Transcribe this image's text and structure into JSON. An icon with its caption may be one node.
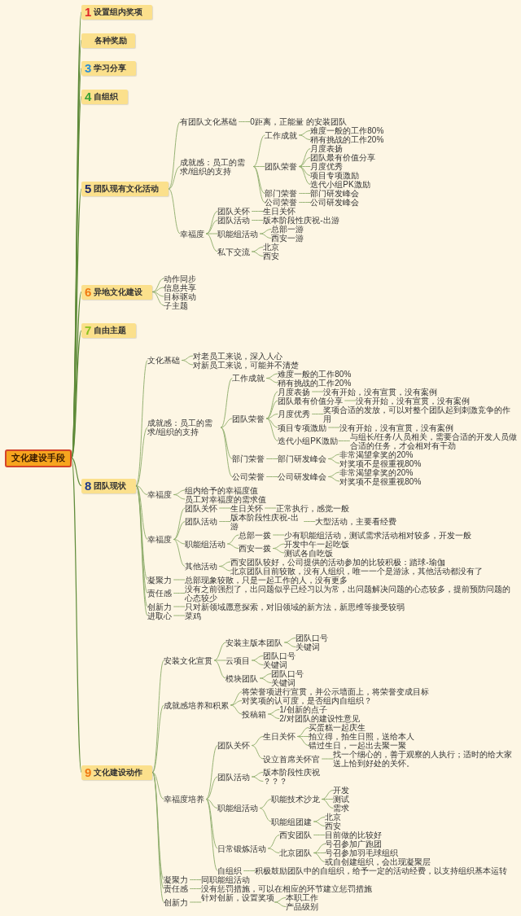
{
  "diagram": {
    "nodes": [
      {
        "text": [
          "文化建设手段"
        ]
      },
      {
        "text": [
          "1",
          "设置组内奖项"
        ]
      },
      {
        "text": [
          "各种奖励"
        ]
      },
      {
        "text": [
          "3",
          "学习分享"
        ]
      },
      {
        "text": [
          "4",
          "自组织"
        ]
      },
      {
        "text": [
          "5",
          "团队现有文化活动"
        ]
      },
      {
        "text": [
          "有团队文化基础"
        ]
      },
      {
        "text": [
          "0距离，正能量 的安装团队"
        ]
      },
      {
        "text": [
          "成就感：员工的需求/组织的支持"
        ]
      },
      {
        "text": [
          "工作成就"
        ]
      },
      {
        "text": [
          "难度一般的工作80%"
        ]
      },
      {
        "text": [
          "稍有挑战的工作20%"
        ]
      },
      {
        "text": [
          "团队荣誉"
        ]
      },
      {
        "text": [
          "月度表扬"
        ]
      },
      {
        "text": [
          "团队最有价值分享"
        ]
      },
      {
        "text": [
          "月度优秀"
        ]
      },
      {
        "text": [
          "项目专项激励"
        ]
      },
      {
        "text": [
          "迭代小组PK激励"
        ]
      },
      {
        "text": [
          "部门荣誉"
        ]
      },
      {
        "text": [
          "部门研发峰会"
        ]
      },
      {
        "text": [
          "公司荣誉"
        ]
      },
      {
        "text": [
          "公司研发峰会"
        ]
      },
      {
        "text": [
          "幸福度"
        ]
      },
      {
        "text": [
          "团队关怀"
        ]
      },
      {
        "text": [
          "生日关怀"
        ]
      },
      {
        "text": [
          "团队活动"
        ]
      },
      {
        "text": [
          "版本阶段性庆祝-出游"
        ]
      },
      {
        "text": [
          "职能组活动"
        ]
      },
      {
        "text": [
          "总部一游"
        ]
      },
      {
        "text": [
          "西安一游"
        ]
      },
      {
        "text": [
          "私下交流"
        ]
      },
      {
        "text": [
          "北京"
        ]
      },
      {
        "text": [
          "西安"
        ]
      },
      {
        "text": [
          "6",
          "异地文化建设"
        ]
      },
      {
        "text": [
          "动作同步"
        ]
      },
      {
        "text": [
          "信息共享"
        ]
      },
      {
        "text": [
          "目标驱动"
        ]
      },
      {
        "text": [
          "子主题"
        ]
      },
      {
        "text": [
          "7",
          "自由主题"
        ]
      },
      {
        "text": [
          "8",
          "团队现状"
        ]
      },
      {
        "text": [
          "文化基础"
        ]
      },
      {
        "text": [
          "对老员工来说，深入人心"
        ]
      },
      {
        "text": [
          "对新员工来说，可能并不清楚"
        ]
      },
      {
        "text": [
          "成就感：员工的需求/组织的支持"
        ]
      },
      {
        "text": [
          "工作成就"
        ]
      },
      {
        "text": [
          "难度一般的工作80%"
        ]
      },
      {
        "text": [
          "稍有挑战的工作20%"
        ]
      },
      {
        "text": [
          "团队荣誉"
        ]
      },
      {
        "text": [
          "月度表扬"
        ]
      },
      {
        "text": [
          "没有开始，没有宣贯，没有案例"
        ]
      },
      {
        "text": [
          "团队最有价值分享"
        ]
      },
      {
        "text": [
          "没有开始，没有宣贯，没有案例"
        ]
      },
      {
        "text": [
          "月度优秀"
        ]
      },
      {
        "text": [
          "奖项合适的发放，可以对整个团队起到刺激竞争的作用"
        ]
      },
      {
        "text": [
          "项目专项激励"
        ]
      },
      {
        "text": [
          "没有开始，没有宣贯，没有案例"
        ]
      },
      {
        "text": [
          "迭代小组PK激励"
        ]
      },
      {
        "text": [
          "与组长/任务/人员相关，需要合适的开发人员做合适的任务，才会相对有干劲"
        ]
      },
      {
        "text": [
          "部门荣誉"
        ]
      },
      {
        "text": [
          "部门研发峰会"
        ]
      },
      {
        "text": [
          "非常渴望拿奖的20%"
        ]
      },
      {
        "text": [
          "对奖项不是很重视80%"
        ]
      },
      {
        "text": [
          "公司荣誉"
        ]
      },
      {
        "text": [
          "公司研发峰会"
        ]
      },
      {
        "text": [
          "非常渴望拿奖的20%"
        ]
      },
      {
        "text": [
          "对奖项不是很重视80%"
        ]
      },
      {
        "text": [
          "幸福度"
        ]
      },
      {
        "text": [
          "组内给予的幸福度值"
        ]
      },
      {
        "text": [
          "员工对幸福度的需求值"
        ]
      },
      {
        "text": [
          "幸福度"
        ]
      },
      {
        "text": [
          "团队关怀"
        ]
      },
      {
        "text": [
          "生日关怀"
        ]
      },
      {
        "text": [
          "正常执行，感觉一般"
        ]
      },
      {
        "text": [
          "团队活动"
        ]
      },
      {
        "text": [
          "版本阶段性庆祝-出游"
        ]
      },
      {
        "text": [
          "大型活动，主要看经费"
        ]
      },
      {
        "text": [
          "职能组活动"
        ]
      },
      {
        "text": [
          "总部一拨"
        ]
      },
      {
        "text": [
          "少有职能组活动，测试需求活动相对较多，开发一般"
        ]
      },
      {
        "text": [
          "西安一拨"
        ]
      },
      {
        "text": [
          "开发中午一起吃饭"
        ]
      },
      {
        "text": [
          "测试各自吃饭"
        ]
      },
      {
        "text": [
          "其他活动"
        ]
      },
      {
        "text": [
          "西安团队较好，公司提供的活动参加的比较积极：踏球-瑜伽"
        ]
      },
      {
        "text": [
          "北京团队目前较散，没有人组织，唯一一个是游泳，其他活动都没有了"
        ]
      },
      {
        "text": [
          "凝聚力"
        ]
      },
      {
        "text": [
          "总部现象较散，只是一起工作的人，没有更多"
        ]
      },
      {
        "text": [
          "责任感"
        ]
      },
      {
        "text": [
          "没有之前强烈了，出问题似乎已经习以为常，出问题解决问题的心态较多，提前预防问题的心态较少"
        ]
      },
      {
        "text": [
          "创新力"
        ]
      },
      {
        "text": [
          "只对新领域愿意探索，对旧领域的新方法，新思维等接受较弱"
        ]
      },
      {
        "text": [
          "进取心"
        ]
      },
      {
        "text": [
          "菜鸡"
        ]
      },
      {
        "text": [
          "9",
          "文化建设动作"
        ]
      },
      {
        "text": [
          "安装文化宣贯"
        ]
      },
      {
        "text": [
          "安装主版本团队"
        ]
      },
      {
        "text": [
          "团队口号"
        ]
      },
      {
        "text": [
          "关键词"
        ]
      },
      {
        "text": [
          "云项目"
        ]
      },
      {
        "text": [
          "团队口号"
        ]
      },
      {
        "text": [
          "关键词"
        ]
      },
      {
        "text": [
          "模块团队"
        ]
      },
      {
        "text": [
          "团队口号"
        ]
      },
      {
        "text": [
          "关键词"
        ]
      },
      {
        "text": [
          "成就感培养和积累"
        ]
      },
      {
        "text": [
          "将荣誉项进行宣贯，并公示墙面上，将荣誉变成目标"
        ]
      },
      {
        "text": [
          "对奖项的认可度，是否组内自组织？"
        ]
      },
      {
        "text": [
          "投稿箱"
        ]
      },
      {
        "text": [
          "1/创新的点子"
        ]
      },
      {
        "text": [
          "2/对团队的建设性意见"
        ]
      },
      {
        "text": [
          "幸福度培养"
        ]
      },
      {
        "text": [
          "团队关怀"
        ]
      },
      {
        "text": [
          "生日关怀"
        ]
      },
      {
        "text": [
          "买蛋糕一起庆生"
        ]
      },
      {
        "text": [
          "拍立得，拍生日照，送给本人"
        ]
      },
      {
        "text": [
          "错过生日，一起出去聚一聚"
        ]
      },
      {
        "text": [
          "设立首席关怀官"
        ]
      },
      {
        "text": [
          "找一个细心的，善于观察的人执行；适时的给大家送上恰到好处的关怀。"
        ]
      },
      {
        "text": [
          "团队活动"
        ]
      },
      {
        "text": [
          "版本阶段性庆祝"
        ]
      },
      {
        "text": [
          "？？？"
        ]
      },
      {
        "text": [
          "职能组活动"
        ]
      },
      {
        "text": [
          "职能技术沙龙"
        ]
      },
      {
        "text": [
          "开发"
        ]
      },
      {
        "text": [
          "测试"
        ]
      },
      {
        "text": [
          "需求"
        ]
      },
      {
        "text": [
          "职能组团建"
        ]
      },
      {
        "text": [
          "北京"
        ]
      },
      {
        "text": [
          "西安"
        ]
      },
      {
        "text": [
          "日常锻炼活动"
        ]
      },
      {
        "text": [
          "西安团队"
        ]
      },
      {
        "text": [
          "目前做的比较好"
        ]
      },
      {
        "text": [
          "北京团队"
        ]
      },
      {
        "text": [
          "号召参加广跑团"
        ]
      },
      {
        "text": [
          "号召参加羽毛球组织"
        ]
      },
      {
        "text": [
          "或自创建组织，会出现凝聚层"
        ]
      },
      {
        "text": [
          "自组织"
        ]
      },
      {
        "text": [
          "积极鼓励团队中的自组织，给予一定的活动经费，以支持组织基本运转"
        ]
      },
      {
        "text": [
          "凝聚力"
        ]
      },
      {
        "text": [
          "同职能组活动"
        ]
      },
      {
        "text": [
          "责任感"
        ]
      },
      {
        "text": [
          "没有惩罚措施，可以在相应的环节建立惩罚措施"
        ]
      },
      {
        "text": [
          "创新力"
        ]
      },
      {
        "text": [
          "针对创新，设置奖项"
        ]
      },
      {
        "text": [
          "本职工作"
        ]
      },
      {
        "text": [
          "产品级别"
        ]
      }
    ],
    "edges": [
      {
        "from": 0,
        "to": 1,
        "arrow": "none"
      },
      {
        "from": 0,
        "to": 2,
        "arrow": "none"
      },
      {
        "from": 0,
        "to": 3,
        "arrow": "none"
      },
      {
        "from": 0,
        "to": 4,
        "arrow": "none"
      },
      {
        "from": 0,
        "to": 5,
        "arrow": "none"
      },
      {
        "from": 0,
        "to": 33,
        "arrow": "none"
      },
      {
        "from": 0,
        "to": 38,
        "arrow": "none"
      },
      {
        "from": 0,
        "to": 39,
        "arrow": "none"
      },
      {
        "from": 0,
        "to": 93,
        "arrow": "none"
      },
      {
        "from": 5,
        "to": 6,
        "arrow": "none"
      },
      {
        "from": 5,
        "to": 8,
        "arrow": "none"
      },
      {
        "from": 5,
        "to": 22,
        "arrow": "none"
      },
      {
        "from": 6,
        "to": 7,
        "arrow": "none"
      },
      {
        "from": 8,
        "to": 9,
        "arrow": "none"
      },
      {
        "from": 8,
        "to": 12,
        "arrow": "none"
      },
      {
        "from": 8,
        "to": 18,
        "arrow": "none"
      },
      {
        "from": 8,
        "to": 20,
        "arrow": "none"
      },
      {
        "from": 9,
        "to": 10,
        "arrow": "none"
      },
      {
        "from": 9,
        "to": 11,
        "arrow": "none"
      },
      {
        "from": 12,
        "to": 13,
        "arrow": "none"
      },
      {
        "from": 12,
        "to": 14,
        "arrow": "none"
      },
      {
        "from": 12,
        "to": 15,
        "arrow": "none"
      },
      {
        "from": 12,
        "to": 16,
        "arrow": "none"
      },
      {
        "from": 12,
        "to": 17,
        "arrow": "none"
      },
      {
        "from": 18,
        "to": 19,
        "arrow": "none"
      },
      {
        "from": 20,
        "to": 21,
        "arrow": "none"
      },
      {
        "from": 22,
        "to": 23,
        "arrow": "none"
      },
      {
        "from": 22,
        "to": 25,
        "arrow": "none"
      },
      {
        "from": 22,
        "to": 27,
        "arrow": "none"
      },
      {
        "from": 22,
        "to": 30,
        "arrow": "none"
      },
      {
        "from": 23,
        "to": 24,
        "arrow": "none"
      },
      {
        "from": 25,
        "to": 26,
        "arrow": "none"
      },
      {
        "from": 27,
        "to": 28,
        "arrow": "none"
      },
      {
        "from": 27,
        "to": 29,
        "arrow": "none"
      },
      {
        "from": 30,
        "to": 31,
        "arrow": "none"
      },
      {
        "from": 30,
        "to": 32,
        "arrow": "none"
      },
      {
        "from": 33,
        "to": 34,
        "arrow": "none"
      },
      {
        "from": 33,
        "to": 35,
        "arrow": "none"
      },
      {
        "from": 33,
        "to": 36,
        "arrow": "none"
      },
      {
        "from": 33,
        "to": 37,
        "arrow": "none"
      },
      {
        "from": 39,
        "to": 40,
        "arrow": "none"
      },
      {
        "from": 39,
        "to": 43,
        "arrow": "none"
      },
      {
        "from": 39,
        "to": 66,
        "arrow": "none"
      },
      {
        "from": 39,
        "to": 69,
        "arrow": "none"
      },
      {
        "from": 39,
        "to": 85,
        "arrow": "none"
      },
      {
        "from": 39,
        "to": 87,
        "arrow": "none"
      },
      {
        "from": 39,
        "to": 89,
        "arrow": "none"
      },
      {
        "from": 39,
        "to": 91,
        "arrow": "none"
      },
      {
        "from": 40,
        "to": 41,
        "arrow": "none"
      },
      {
        "from": 40,
        "to": 42,
        "arrow": "none"
      },
      {
        "from": 43,
        "to": 44,
        "arrow": "none"
      },
      {
        "from": 43,
        "to": 47,
        "arrow": "none"
      },
      {
        "from": 43,
        "to": 58,
        "arrow": "none"
      },
      {
        "from": 43,
        "to": 62,
        "arrow": "none"
      },
      {
        "from": 44,
        "to": 45,
        "arrow": "none"
      },
      {
        "from": 44,
        "to": 46,
        "arrow": "none"
      },
      {
        "from": 47,
        "to": 48,
        "arrow": "none"
      },
      {
        "from": 47,
        "to": 50,
        "arrow": "none"
      },
      {
        "from": 47,
        "to": 52,
        "arrow": "none"
      },
      {
        "from": 47,
        "to": 54,
        "arrow": "none"
      },
      {
        "from": 47,
        "to": 56,
        "arrow": "none"
      },
      {
        "from": 48,
        "to": 49,
        "arrow": "none"
      },
      {
        "from": 50,
        "to": 51,
        "arrow": "none"
      },
      {
        "from": 52,
        "to": 53,
        "arrow": "none"
      },
      {
        "from": 54,
        "to": 55,
        "arrow": "none"
      },
      {
        "from": 56,
        "to": 57,
        "arrow": "none"
      },
      {
        "from": 58,
        "to": 59,
        "arrow": "none"
      },
      {
        "from": 59,
        "to": 60,
        "arrow": "none"
      },
      {
        "from": 59,
        "to": 61,
        "arrow": "none"
      },
      {
        "from": 62,
        "to": 63,
        "arrow": "none"
      },
      {
        "from": 63,
        "to": 64,
        "arrow": "none"
      },
      {
        "from": 63,
        "to": 65,
        "arrow": "none"
      },
      {
        "from": 66,
        "to": 67,
        "arrow": "none"
      },
      {
        "from": 66,
        "to": 68,
        "arrow": "none"
      },
      {
        "from": 69,
        "to": 70,
        "arrow": "none"
      },
      {
        "from": 69,
        "to": 73,
        "arrow": "none"
      },
      {
        "from": 69,
        "to": 76,
        "arrow": "none"
      },
      {
        "from": 69,
        "to": 82,
        "arrow": "none"
      },
      {
        "from": 70,
        "to": 71,
        "arrow": "none"
      },
      {
        "from": 71,
        "to": 72,
        "arrow": "none"
      },
      {
        "from": 73,
        "to": 74,
        "arrow": "none"
      },
      {
        "from": 74,
        "to": 75,
        "arrow": "none"
      },
      {
        "from": 76,
        "to": 77,
        "arrow": "none"
      },
      {
        "from": 76,
        "to": 79,
        "arrow": "none"
      },
      {
        "from": 77,
        "to": 78,
        "arrow": "none"
      },
      {
        "from": 79,
        "to": 80,
        "arrow": "none"
      },
      {
        "from": 79,
        "to": 81,
        "arrow": "none"
      },
      {
        "from": 82,
        "to": 83,
        "arrow": "none"
      },
      {
        "from": 82,
        "to": 84,
        "arrow": "none"
      },
      {
        "from": 85,
        "to": 86,
        "arrow": "none"
      },
      {
        "from": 87,
        "to": 88,
        "arrow": "none"
      },
      {
        "from": 89,
        "to": 90,
        "arrow": "none"
      },
      {
        "from": 91,
        "to": 92,
        "arrow": "none"
      },
      {
        "from": 93,
        "to": 94,
        "arrow": "none"
      },
      {
        "from": 93,
        "to": 104,
        "arrow": "none"
      },
      {
        "from": 93,
        "to": 110,
        "arrow": "none"
      },
      {
        "from": 93,
        "to": 138,
        "arrow": "none"
      },
      {
        "from": 93,
        "to": 140,
        "arrow": "none"
      },
      {
        "from": 93,
        "to": 142,
        "arrow": "none"
      },
      {
        "from": 94,
        "to": 95,
        "arrow": "none"
      },
      {
        "from": 94,
        "to": 98,
        "arrow": "none"
      },
      {
        "from": 94,
        "to": 101,
        "arrow": "none"
      },
      {
        "from": 95,
        "to": 96,
        "arrow": "none"
      },
      {
        "from": 95,
        "to": 97,
        "arrow": "none"
      },
      {
        "from": 98,
        "to": 99,
        "arrow": "none"
      },
      {
        "from": 98,
        "to": 100,
        "arrow": "none"
      },
      {
        "from": 101,
        "to": 102,
        "arrow": "none"
      },
      {
        "from": 101,
        "to": 103,
        "arrow": "none"
      },
      {
        "from": 104,
        "to": 105,
        "arrow": "none"
      },
      {
        "from": 104,
        "to": 106,
        "arrow": "none"
      },
      {
        "from": 104,
        "to": 107,
        "arrow": "none"
      },
      {
        "from": 107,
        "to": 108,
        "arrow": "none"
      },
      {
        "from": 107,
        "to": 109,
        "arrow": "none"
      },
      {
        "from": 110,
        "to": 111,
        "arrow": "none"
      },
      {
        "from": 110,
        "to": 118,
        "arrow": "none"
      },
      {
        "from": 110,
        "to": 121,
        "arrow": "none"
      },
      {
        "from": 110,
        "to": 129,
        "arrow": "none"
      },
      {
        "from": 110,
        "to": 136,
        "arrow": "none"
      },
      {
        "from": 111,
        "to": 112,
        "arrow": "none"
      },
      {
        "from": 111,
        "to": 116,
        "arrow": "none"
      },
      {
        "from": 112,
        "to": 113,
        "arrow": "none"
      },
      {
        "from": 112,
        "to": 114,
        "arrow": "none"
      },
      {
        "from": 112,
        "to": 115,
        "arrow": "none"
      },
      {
        "from": 116,
        "to": 117,
        "arrow": "none"
      },
      {
        "from": 118,
        "to": 119,
        "arrow": "none"
      },
      {
        "from": 118,
        "to": 120,
        "arrow": "none"
      },
      {
        "from": 121,
        "to": 122,
        "arrow": "none"
      },
      {
        "from": 121,
        "to": 126,
        "arrow": "none"
      },
      {
        "from": 122,
        "to": 123,
        "arrow": "none"
      },
      {
        "from": 122,
        "to": 124,
        "arrow": "none"
      },
      {
        "from": 122,
        "to": 125,
        "arrow": "none"
      },
      {
        "from": 126,
        "to": 127,
        "arrow": "none"
      },
      {
        "from": 126,
        "to": 128,
        "arrow": "none"
      },
      {
        "from": 129,
        "to": 130,
        "arrow": "none"
      },
      {
        "from": 129,
        "to": 132,
        "arrow": "none"
      },
      {
        "from": 130,
        "to": 131,
        "arrow": "none"
      },
      {
        "from": 132,
        "to": 133,
        "arrow": "none"
      },
      {
        "from": 132,
        "to": 134,
        "arrow": "none"
      },
      {
        "from": 132,
        "to": 135,
        "arrow": "none"
      },
      {
        "from": 136,
        "to": 137,
        "arrow": "none"
      },
      {
        "from": 138,
        "to": 139,
        "arrow": "none"
      },
      {
        "from": 140,
        "to": 141,
        "arrow": "none"
      },
      {
        "from": 142,
        "to": 143,
        "arrow": "none"
      },
      {
        "from": 143,
        "to": 144,
        "arrow": "none"
      },
      {
        "from": 143,
        "to": 145,
        "arrow": "none"
      }
    ]
  }
}
